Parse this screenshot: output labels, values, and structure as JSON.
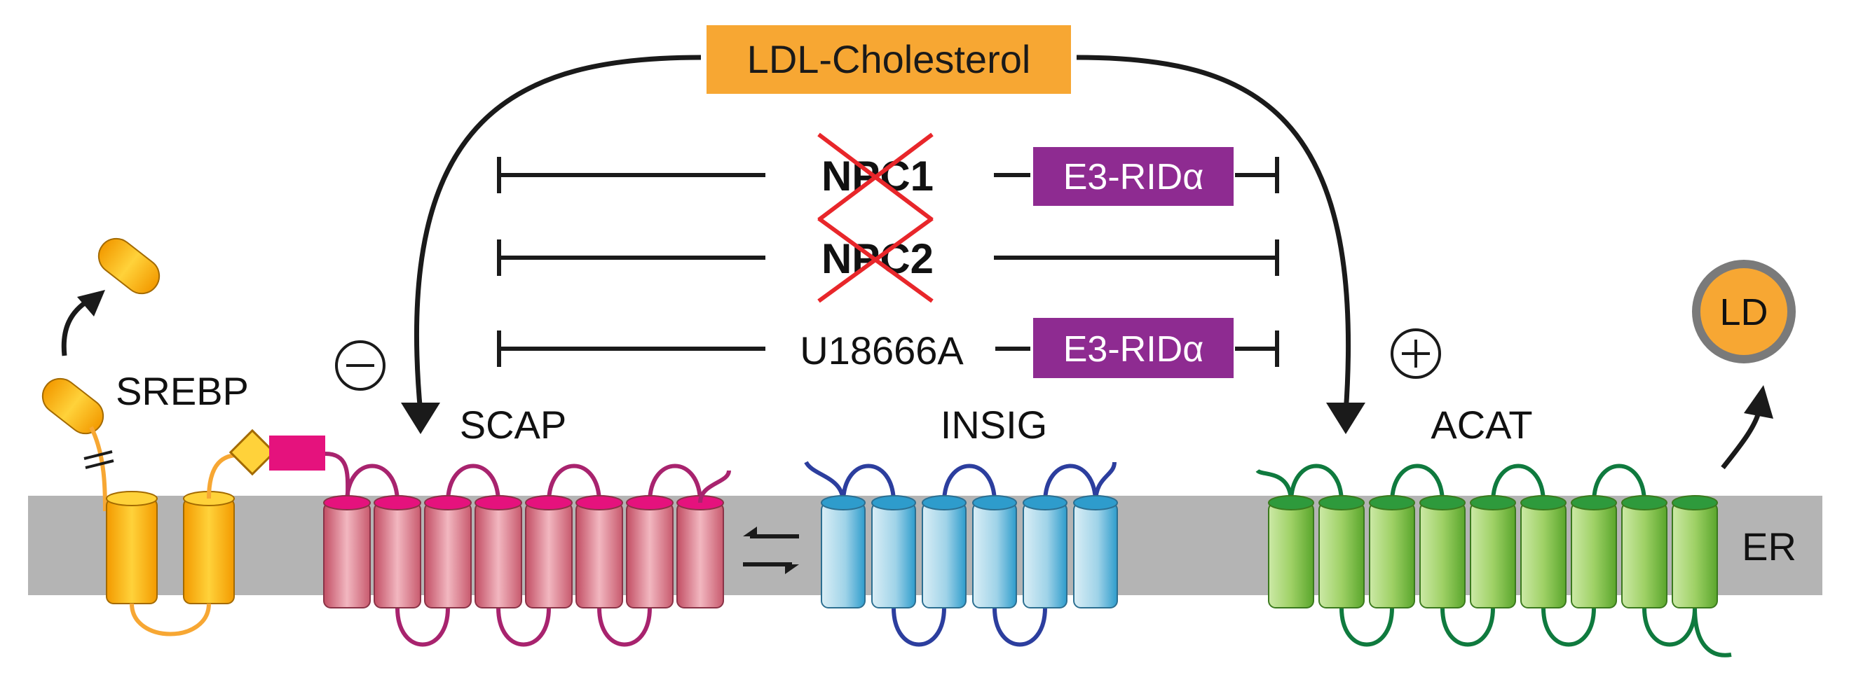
{
  "labels": {
    "source": "LDL-Cholesterol",
    "npc1": "NPC1",
    "npc2": "NPC2",
    "inhibitor": "U18666A",
    "e3_rid_top": "E3-RIDα",
    "e3_rid_bottom": "E3-RIDα",
    "srebp": "SREBP",
    "scap": "SCAP",
    "insig": "INSIG",
    "acat": "ACAT",
    "ld": "LD",
    "er": "ER",
    "minus_sign": "−",
    "plus_sign": "+"
  },
  "colors": {
    "source_box": "#f7a733",
    "e3_box": "#8e2b91",
    "membrane": "#b4b4b4",
    "srebp": "#f7b500",
    "scap": "#d46f82",
    "scap_loop": "#a8236e",
    "scap_domain": "#e5127d",
    "insig": "#58b7d8",
    "insig_loop": "#2c3e9e",
    "acat": "#82c341",
    "acat_loop": "#0f7a3e",
    "ld_fill": "#f7a733",
    "ld_ring": "#7a7a7a",
    "cross": "#e8262a"
  }
}
